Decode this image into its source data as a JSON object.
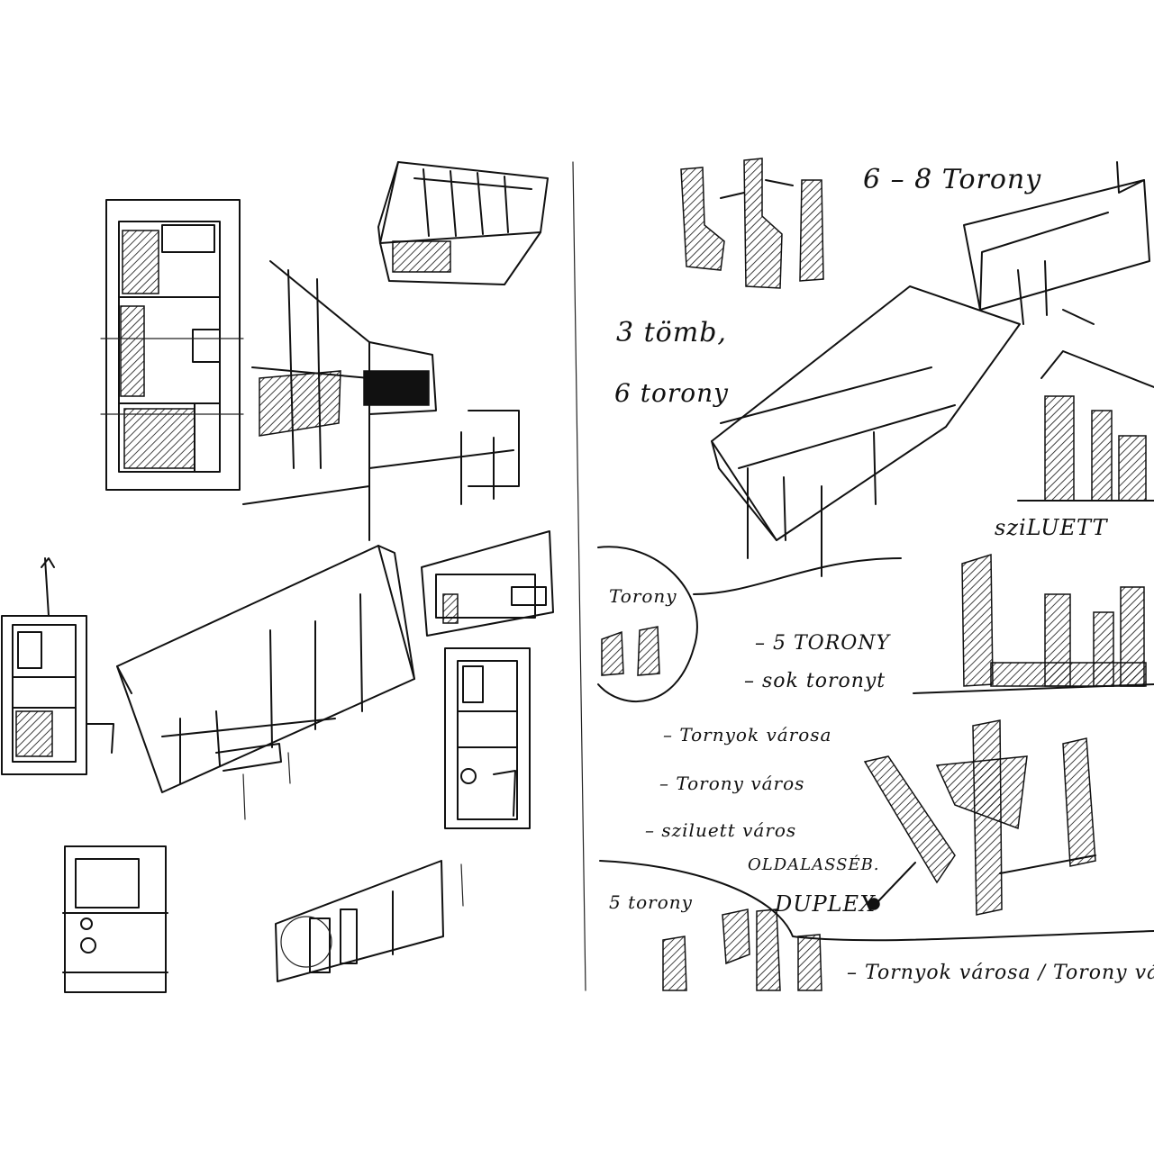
{
  "colors": {
    "paper": "#ffffff",
    "ink": "#111111"
  },
  "notes": {
    "title_towers": "6 – 8 Torony",
    "note_1": "3 tömb,",
    "note_2": "6 torony",
    "silhouette": "sziLUETT",
    "left_towers": "Torony",
    "bullet_1": "– 5 TORONY",
    "bullet_2": "– sok toronyt",
    "bullet_3": "– Tornyok városa",
    "bullet_4": "– Torony város",
    "bullet_5": "– sziluett város",
    "bullet_6": "OLDALASSÉB.",
    "duplex": "DUPLEX",
    "five_towers": "5 torony",
    "bottom_line": "– Tornyok városa / Torony vá"
  }
}
